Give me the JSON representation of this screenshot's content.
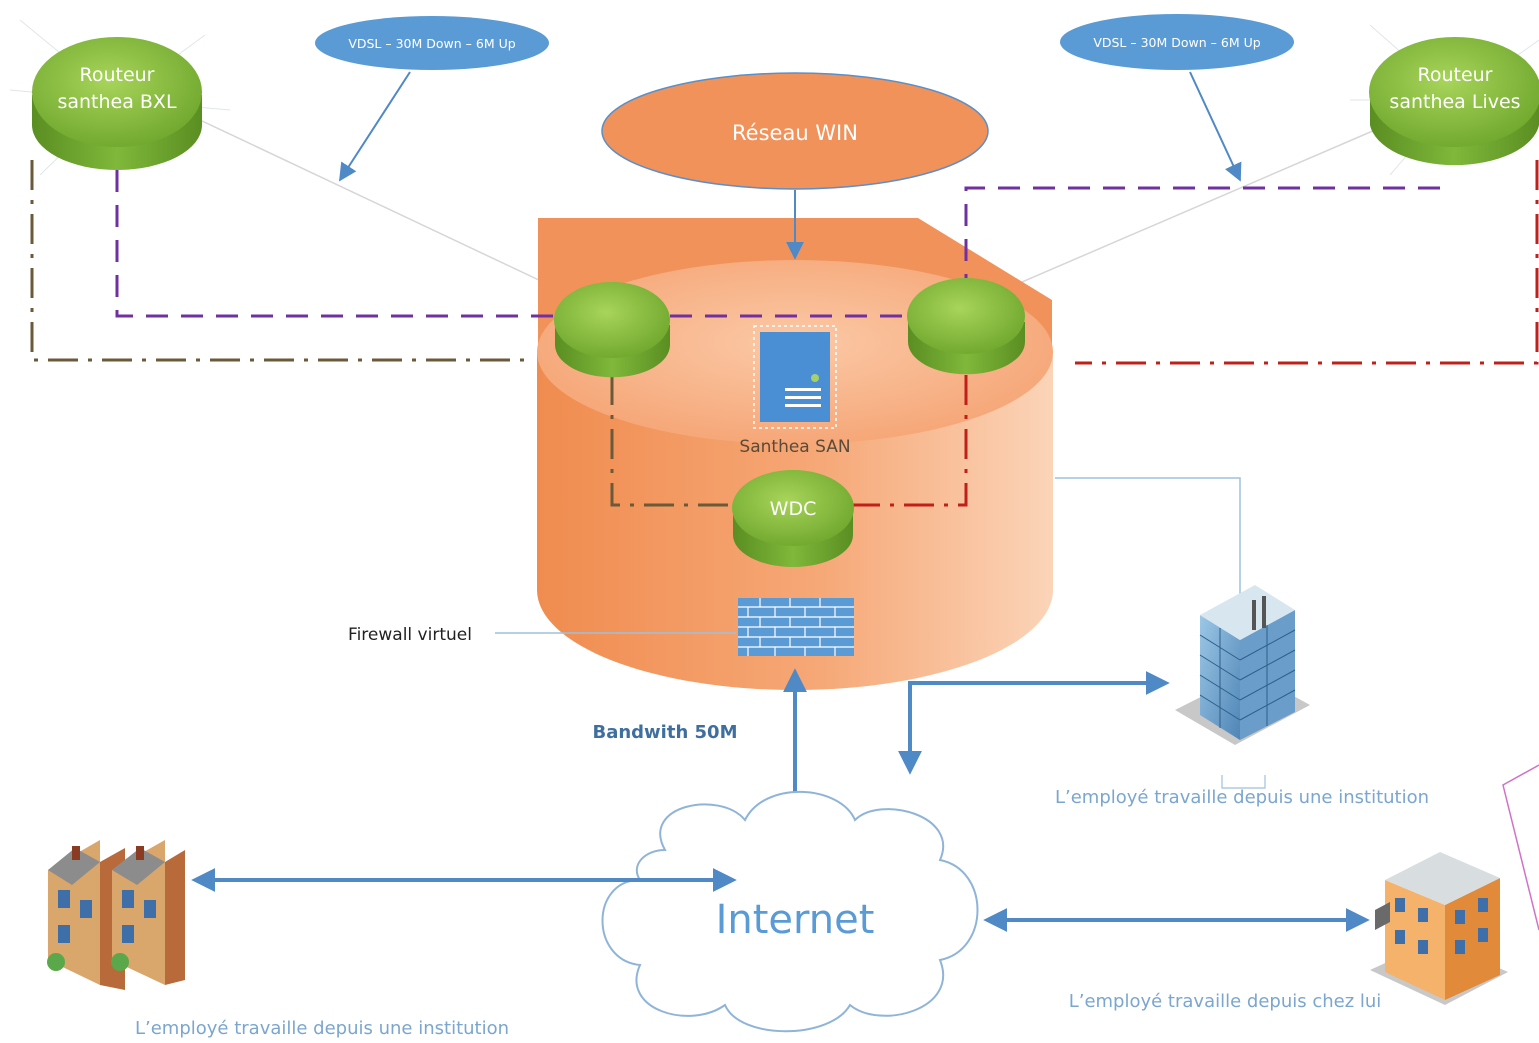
{
  "routers": {
    "bxl": {
      "line1": "Routeur",
      "line2": "santhea BXL"
    },
    "lives": {
      "line1": "Routeur",
      "line2": "santhea Lives"
    },
    "wdc": "WDC"
  },
  "links": {
    "vdsl_left": "VDSL – 30M Down – 6M Up",
    "vdsl_right": "VDSL – 30M Down – 6M Up",
    "bandwidth": "Bandwith 50M"
  },
  "network": {
    "win": "Réseau WIN",
    "internet": "Internet"
  },
  "datacenter": {
    "san": "Santhea SAN",
    "firewall": "Firewall virtuel"
  },
  "endpoints": {
    "institution_right": "L’employé travaille depuis une institution",
    "home": "L’employé travaille depuis chez lui",
    "institution_left": "L’employé travaille depuis une institution"
  },
  "colors": {
    "router_green": "#7fb83a",
    "ellipse_blue": "#5b9bd5",
    "datacenter_orange": "#f4a06a",
    "arrow_blue": "#4f89c6",
    "purple_dash": "#7030a0",
    "brown_dashdot": "#6b5a3a",
    "red_dashdot": "#c0201a"
  }
}
